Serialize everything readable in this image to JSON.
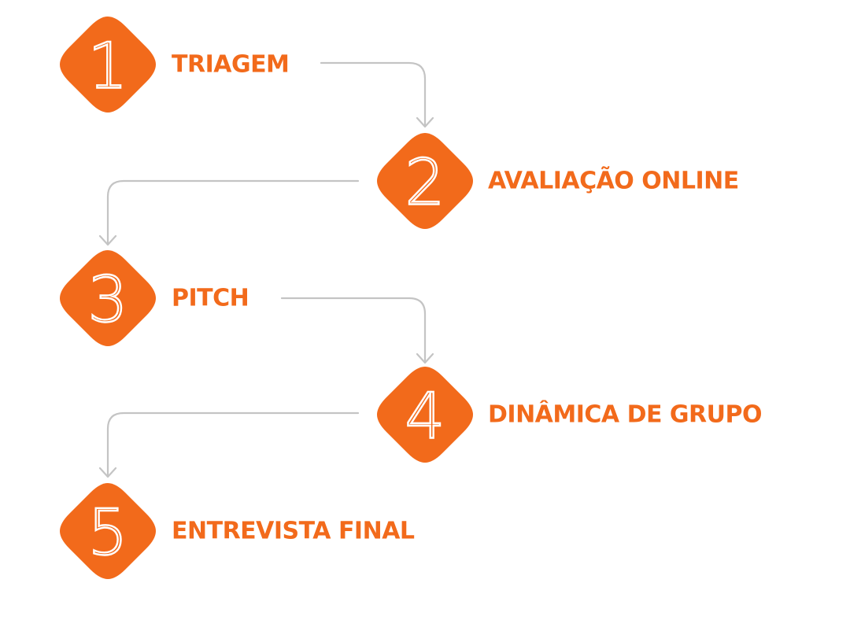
{
  "colors": {
    "accent": "#f26a1b",
    "connector": "#c4c4c4",
    "badge_text": "#ffffff"
  },
  "steps": [
    {
      "number": "1",
      "label": "TRIAGEM"
    },
    {
      "number": "2",
      "label": "AVALIAÇÃO ONLINE"
    },
    {
      "number": "3",
      "label": "PITCH"
    },
    {
      "number": "4",
      "label": "DINÂMICA DE GRUPO"
    },
    {
      "number": "5",
      "label": "ENTREVISTA FINAL"
    }
  ]
}
